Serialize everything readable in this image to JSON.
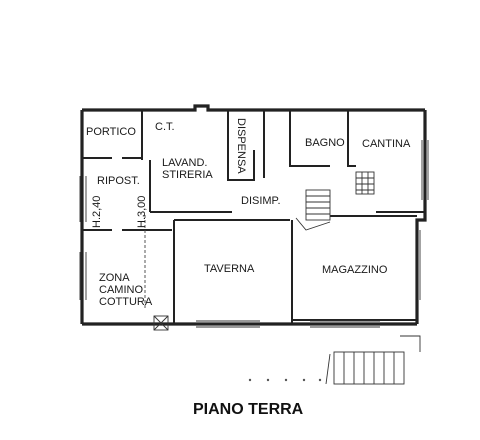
{
  "plan_title": "PIANO TERRA",
  "rooms": {
    "portico": "PORTICO",
    "ct": "C.T.",
    "dispensa": "DISPENSA",
    "bagno": "BAGNO",
    "cantina": "CANTINA",
    "lavand_line1": "LAVAND.",
    "lavand_line2": "STIRERIA",
    "ripost": "RIPOST.",
    "disimp": "DISIMP.",
    "taverna": "TAVERNA",
    "magazzino": "MAGAZZINO",
    "zona_line1": "ZONA",
    "zona_line2": "CAMINO",
    "zona_line3": "COTTURA"
  },
  "heights": {
    "h240": "H.2,40",
    "h300": "H.3,00"
  }
}
